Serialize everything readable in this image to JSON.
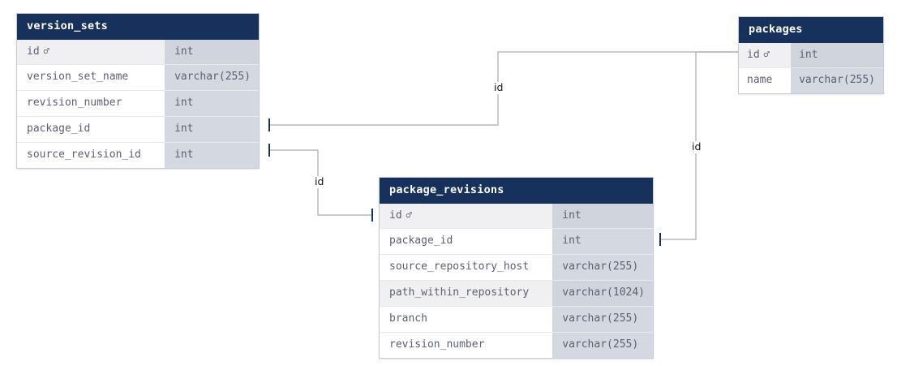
{
  "diagram": {
    "title": "database-schema-er-diagram",
    "background": "#ffffff",
    "header_color": "#16325c",
    "type_column_color": "#d4d8e0",
    "text_color": "#5d5f72",
    "connector_color": "#aaaaaa",
    "tick_color": "#16325c"
  },
  "entities": [
    {
      "name": "version_sets",
      "columns": [
        {
          "name": "id",
          "type": "int",
          "pk": true,
          "icon": "key-icon"
        },
        {
          "name": "version_set_name",
          "type": "varchar(255)",
          "pk": false,
          "icon": ""
        },
        {
          "name": "revision_number",
          "type": "int",
          "pk": false,
          "icon": ""
        },
        {
          "name": "package_id",
          "type": "int",
          "pk": false,
          "icon": ""
        },
        {
          "name": "source_revision_id",
          "type": "int",
          "pk": false,
          "icon": ""
        }
      ]
    },
    {
      "name": "packages",
      "columns": [
        {
          "name": "id",
          "type": "int",
          "pk": true,
          "icon": "key-icon"
        },
        {
          "name": "name",
          "type": "varchar(255)",
          "pk": false,
          "icon": ""
        }
      ]
    },
    {
      "name": "package_revisions",
      "columns": [
        {
          "name": "id",
          "type": "int",
          "pk": true,
          "icon": "key-icon"
        },
        {
          "name": "package_id",
          "type": "int",
          "pk": false,
          "icon": ""
        },
        {
          "name": "source_repository_host",
          "type": "varchar(255)",
          "pk": false,
          "icon": ""
        },
        {
          "name": "path_within_repository",
          "type": "varchar(1024)",
          "pk": false,
          "icon": ""
        },
        {
          "name": "branch",
          "type": "varchar(255)",
          "pk": false,
          "icon": ""
        },
        {
          "name": "revision_number",
          "type": "varchar(255)",
          "pk": false,
          "icon": ""
        }
      ]
    }
  ],
  "relationships": [
    {
      "label": "id",
      "from_entity": "version_sets",
      "from_column": "package_id",
      "to_entity": "packages",
      "to_column": "id"
    },
    {
      "label": "id",
      "from_entity": "version_sets",
      "from_column": "source_revision_id",
      "to_entity": "package_revisions",
      "to_column": "id"
    },
    {
      "label": "id",
      "from_entity": "package_revisions",
      "from_column": "package_id",
      "to_entity": "packages",
      "to_column": "id"
    }
  ]
}
